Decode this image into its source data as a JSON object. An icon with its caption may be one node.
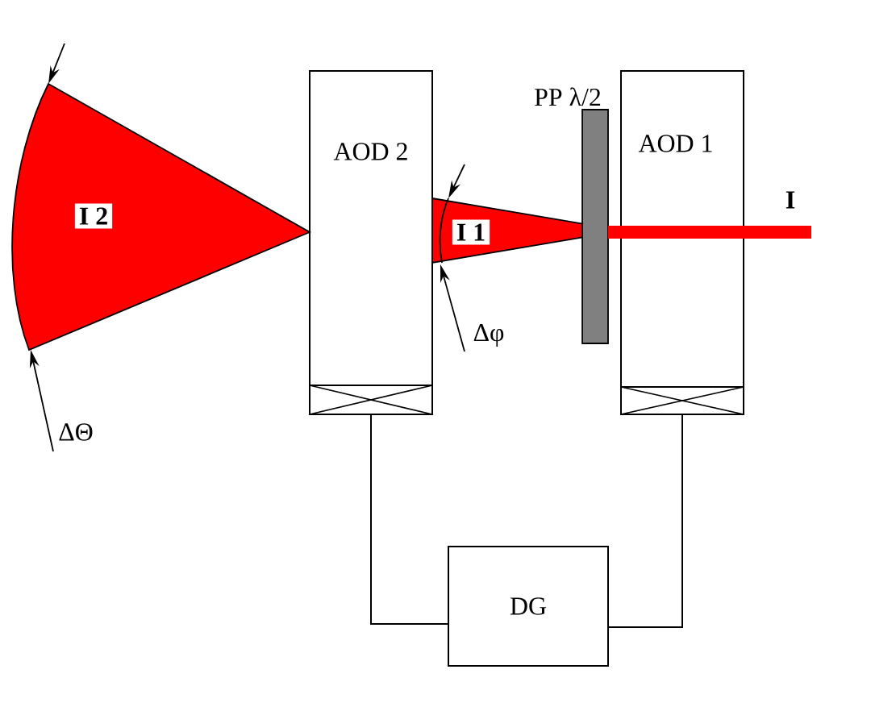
{
  "diagram": {
    "nodes": [
      {
        "text": [
          "I 2"
        ]
      },
      {
        "text": [
          "AOD 2"
        ]
      },
      {
        "text": [
          "I 1"
        ]
      },
      {
        "text": [
          "PP λ/2"
        ]
      },
      {
        "text": [
          "AOD 1"
        ]
      },
      {
        "text": [
          "I"
        ]
      },
      {
        "text": [
          "DG"
        ]
      }
    ],
    "edges": [
      {
        "from": 1,
        "to": 6,
        "arrow": "none"
      },
      {
        "from": 4,
        "to": 6,
        "arrow": "none"
      }
    ],
    "labels": [
      "ΔΘ",
      "Δφ"
    ]
  }
}
